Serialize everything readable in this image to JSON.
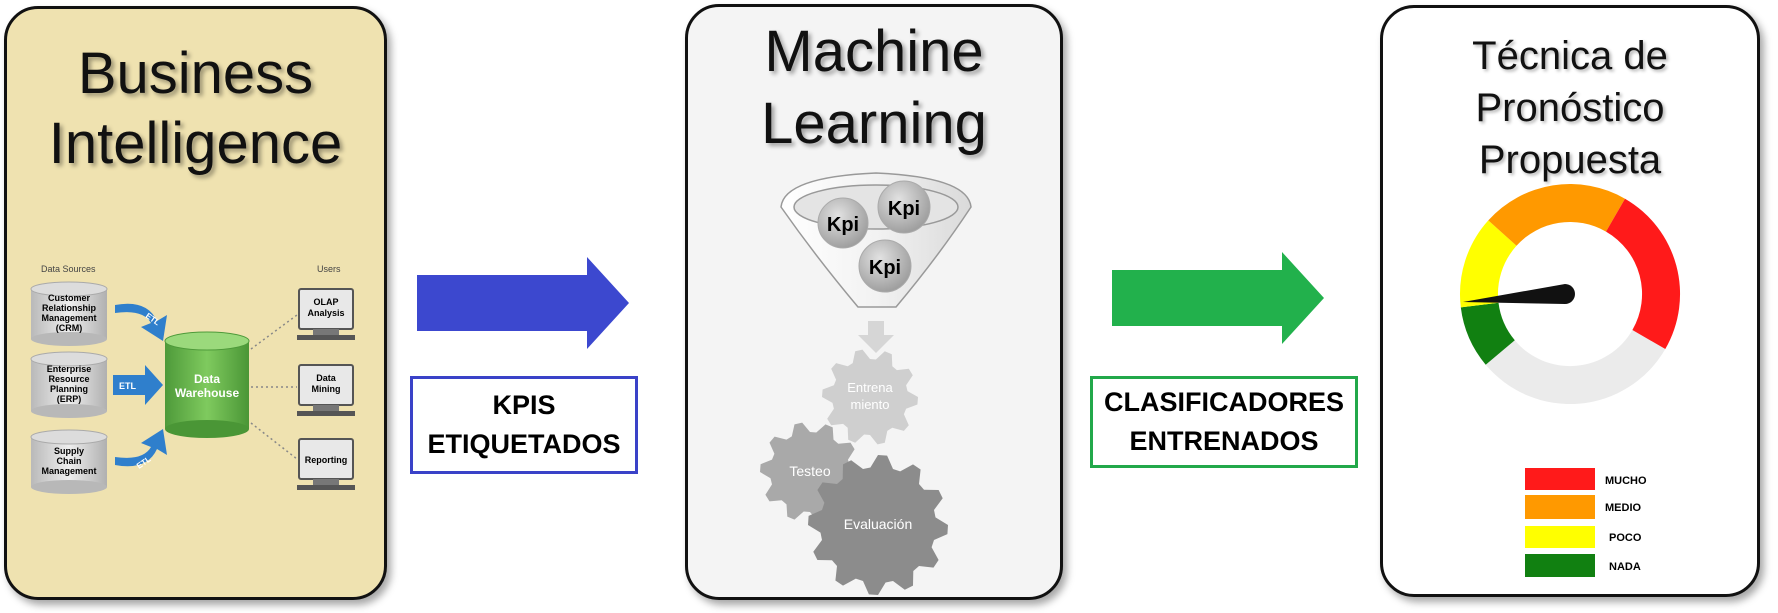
{
  "bi": {
    "title_line1": "Business",
    "title_line2": "Intelligence",
    "data_sources_label": "Data Sources",
    "users_label": "Users",
    "sources": [
      {
        "lines": [
          "Customer",
          "Relationship",
          "Management",
          "(CRM)"
        ]
      },
      {
        "lines": [
          "Enterprise",
          "Resource",
          "Planning",
          "(ERP)"
        ]
      },
      {
        "lines": [
          "Supply",
          "Chain",
          "Management"
        ]
      }
    ],
    "etl": "ETL",
    "warehouse_line1": "Data",
    "warehouse_line2": "Warehouse",
    "users": [
      {
        "lines": [
          "OLAP",
          "Analysis"
        ]
      },
      {
        "lines": [
          "Data",
          "Mining"
        ]
      },
      {
        "lines": [
          "Reporting"
        ]
      }
    ]
  },
  "arrow1": {
    "line1": "KPIS",
    "line2": "ETIQUETADOS",
    "color": "#3c48cf"
  },
  "ml": {
    "title_line1": "Machine",
    "title_line2": "Learning",
    "kpi": "Kpi",
    "gear_training_line1": "Entrena",
    "gear_training_line2": "miento",
    "gear_testing": "Testeo",
    "gear_evaluation": "Evaluación"
  },
  "arrow2": {
    "line1": "CLASIFICADORES",
    "line2": "ENTRENADOS",
    "color": "#22b14c"
  },
  "forecast": {
    "title_line1": "Técnica de",
    "title_line2": "Pronóstico",
    "title_line3": "Propuesta",
    "legend": [
      {
        "label": "MUCHO",
        "color": "#ff1a1a"
      },
      {
        "label": "MEDIO",
        "color": "#ff9900"
      },
      {
        "label": "POCO",
        "color": "#ffff00"
      },
      {
        "label": "NADA",
        "color": "#118011"
      }
    ]
  }
}
